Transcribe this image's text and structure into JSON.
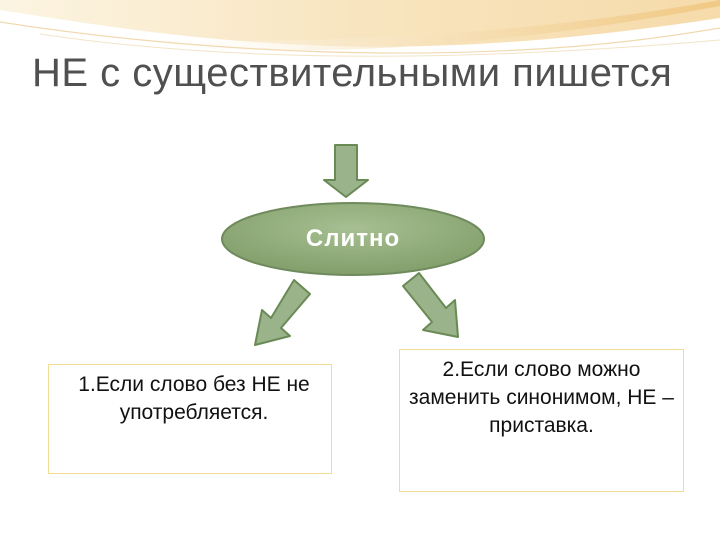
{
  "title": "НЕ с существительными пишется",
  "diagram": {
    "center_node": "Слитно",
    "rules": [
      {
        "text": "1.Если слово без НЕ не употребляется."
      },
      {
        "text": "2.Если слово можно заменить синонимом, НЕ – приставка."
      }
    ]
  },
  "colors": {
    "node_fill": "#8eaa77",
    "node_stroke": "#6f8a5c",
    "arrow_fill": "#9bb38a",
    "arrow_stroke": "#6a8a55",
    "box_border": "#f2dc92",
    "title_text": "#505050"
  }
}
